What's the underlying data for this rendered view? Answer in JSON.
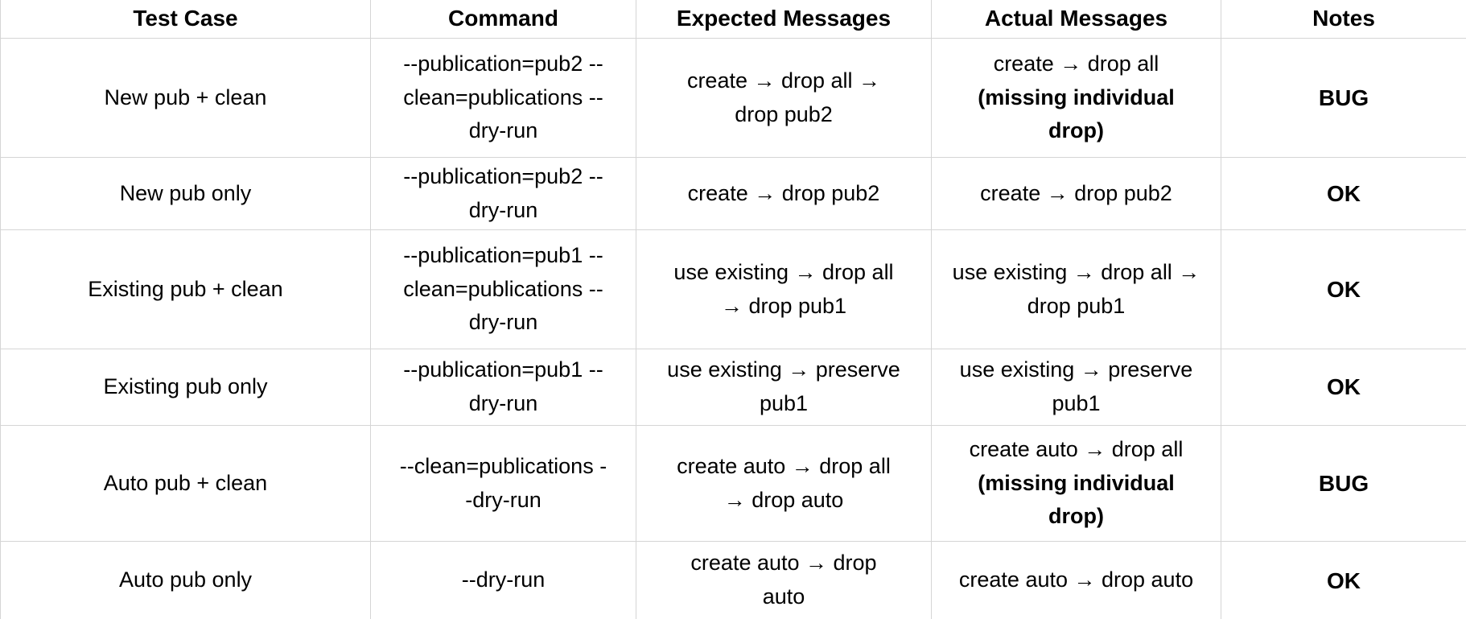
{
  "colors": {
    "background": "#ffffff",
    "text": "#000000",
    "grid_border": "#d5d5d5"
  },
  "table": {
    "columns": [
      "Test Case",
      "Command",
      "Expected Messages",
      "Actual Messages",
      "Notes"
    ],
    "rows": [
      {
        "test_case": "New pub + clean",
        "command": "--publication=pub2 --\nclean=publications --\ndry-run",
        "expected": "create → drop all →\ndrop pub2",
        "actual": "create → drop all",
        "actual_bold": "\n(missing individual\ndrop)",
        "notes": "BUG"
      },
      {
        "test_case": "New pub only",
        "command": "--publication=pub2 --\ndry-run",
        "expected": "create → drop pub2",
        "actual": "create → drop pub2",
        "actual_bold": "",
        "notes": "OK"
      },
      {
        "test_case": "Existing pub + clean",
        "command": "--publication=pub1 --\nclean=publications --\ndry-run",
        "expected": "use existing → drop all\n→ drop pub1",
        "actual": "use existing → drop all →\ndrop pub1",
        "actual_bold": "",
        "notes": "OK"
      },
      {
        "test_case": "Existing pub only",
        "command": "--publication=pub1 --\ndry-run",
        "expected": "use existing → preserve\npub1",
        "actual": "use existing → preserve\npub1",
        "actual_bold": "",
        "notes": "OK"
      },
      {
        "test_case": "Auto pub + clean",
        "command": "--clean=publications -\n-dry-run",
        "expected": "create auto → drop all\n→ drop auto",
        "actual": "create auto → drop all",
        "actual_bold": "\n(missing individual\ndrop)",
        "notes": "BUG"
      },
      {
        "test_case": "Auto pub only",
        "command": "--dry-run",
        "expected": "create auto → drop\nauto",
        "actual": "create auto → drop auto",
        "actual_bold": "",
        "notes": "OK"
      }
    ]
  }
}
